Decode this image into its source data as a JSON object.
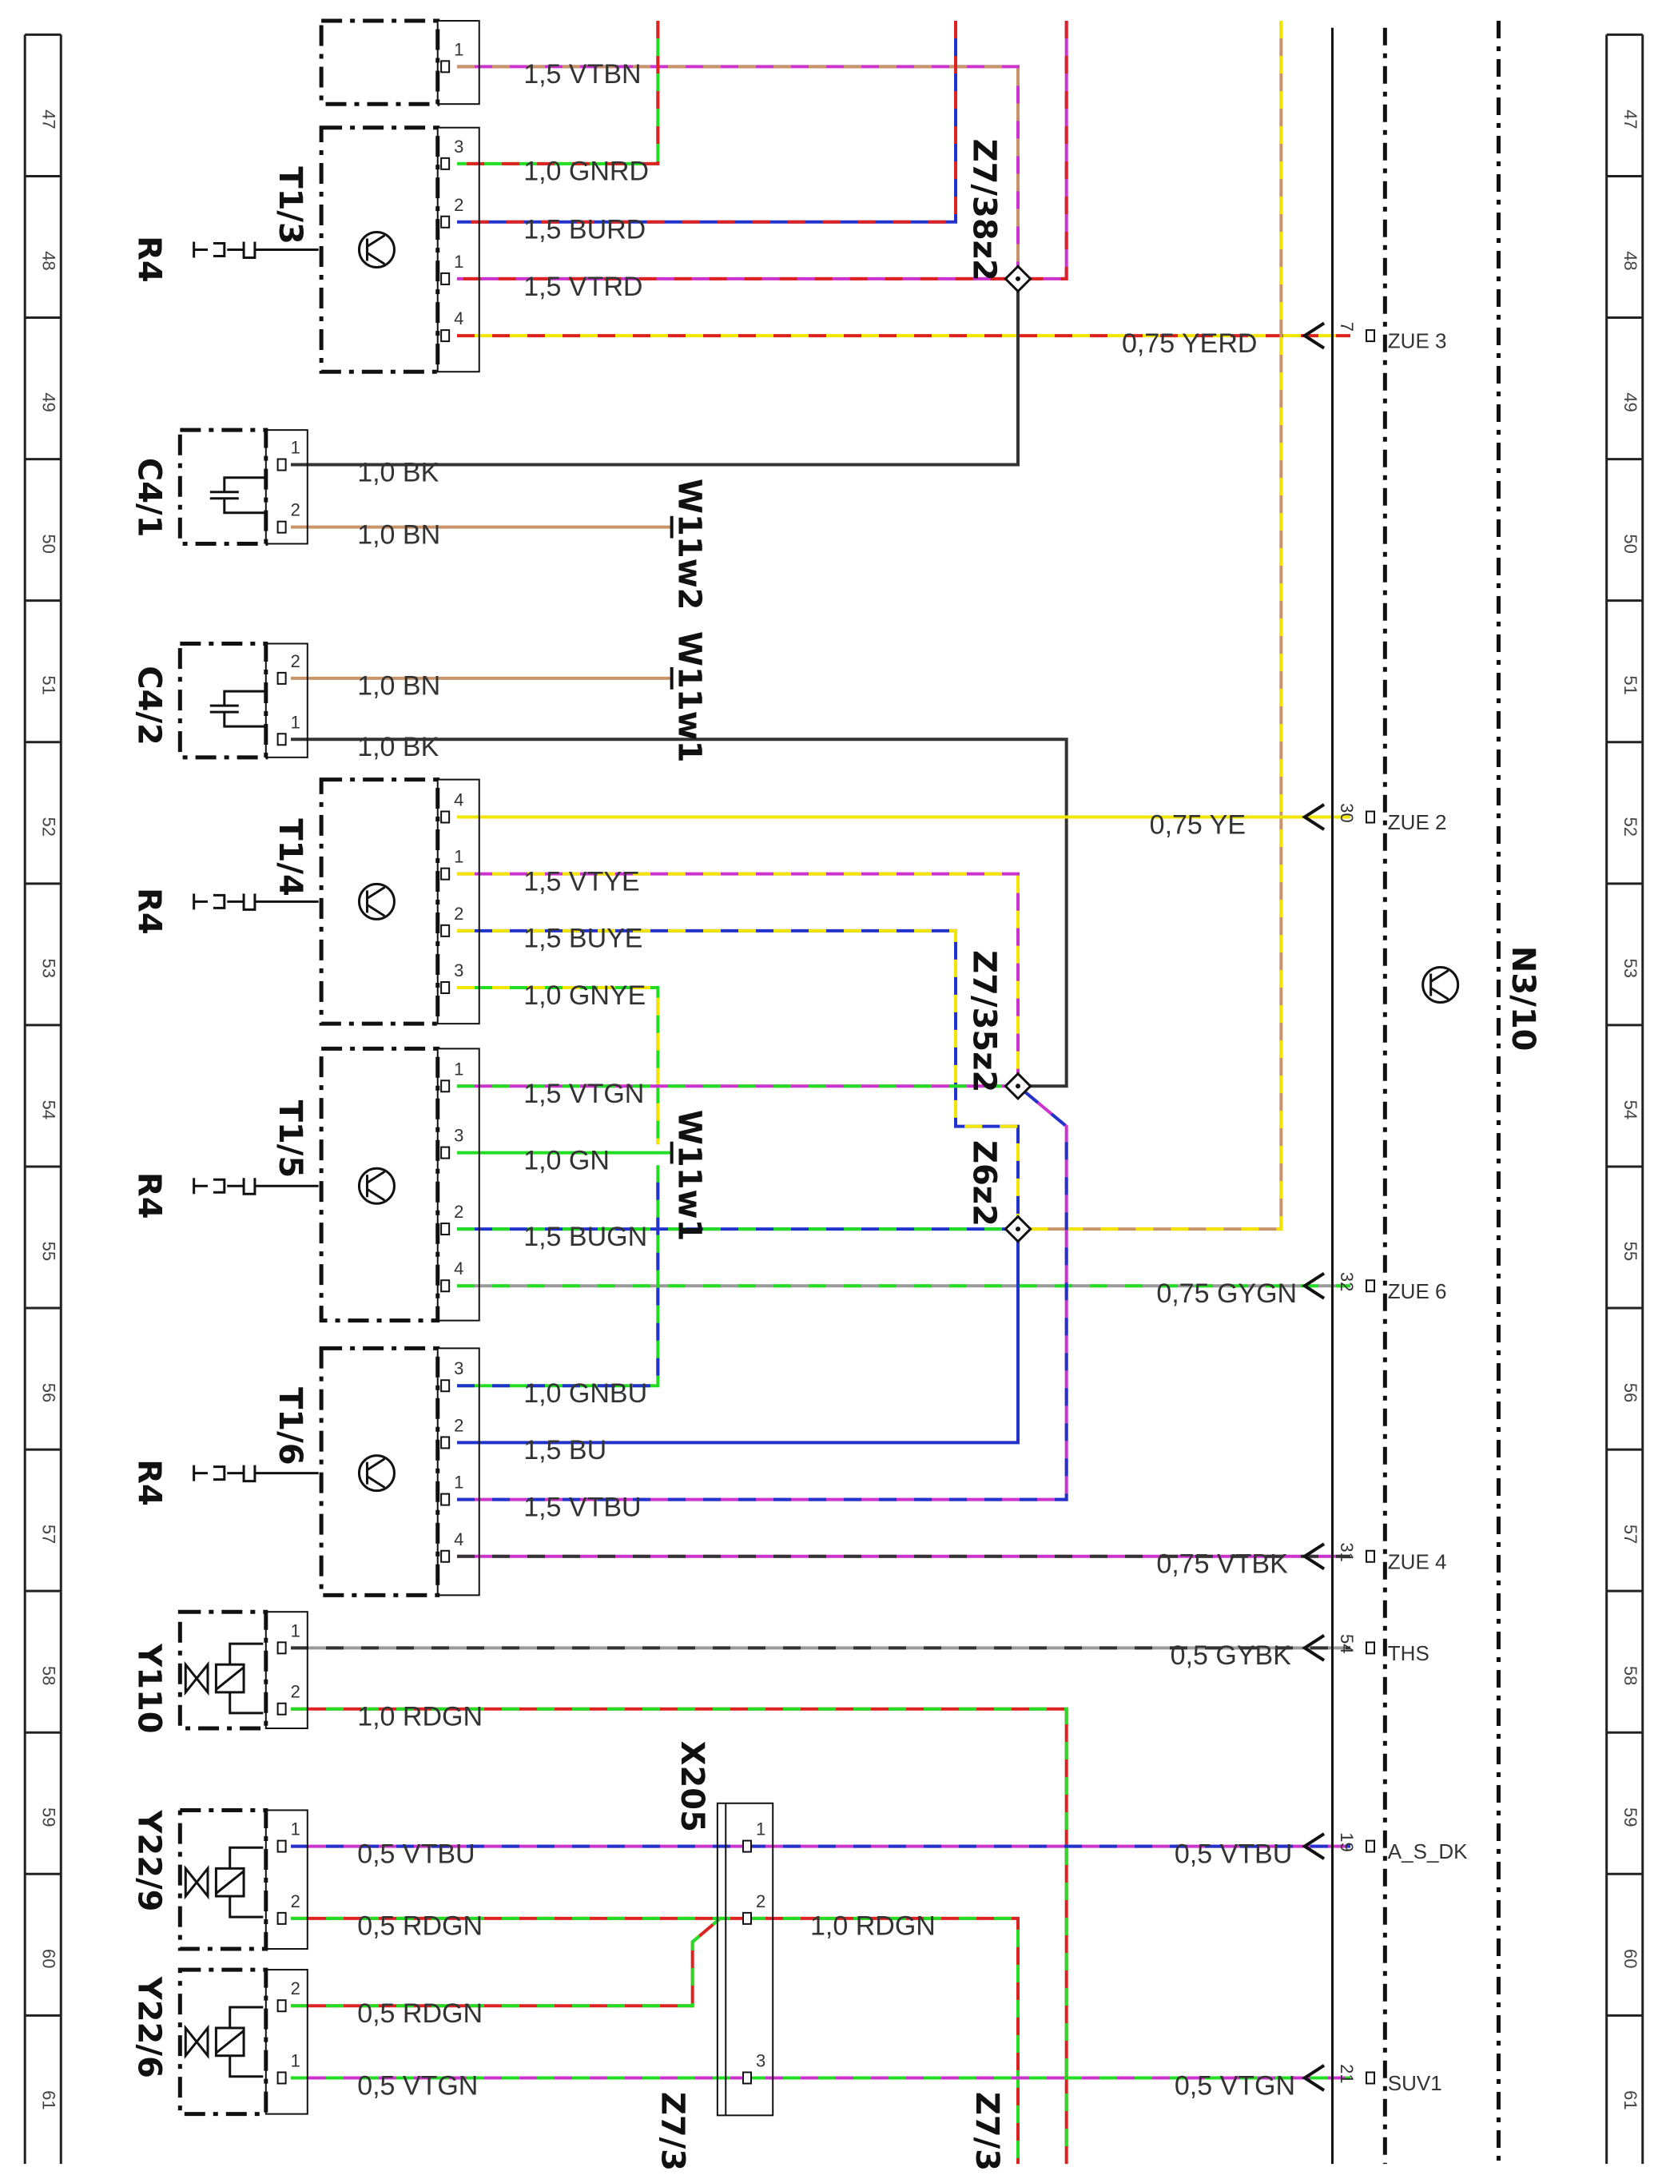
{
  "colors": {
    "VT": "#cc33cc",
    "BN": "#c8956b",
    "GN": "#22dd22",
    "RD": "#dd2222",
    "BU": "#2233cc",
    "YE": "#f2e500",
    "BK": "#333333",
    "GY": "#9a9a9a"
  },
  "ruler_rows": [
    "47",
    "48",
    "49",
    "50",
    "51",
    "52",
    "53",
    "54",
    "55",
    "56",
    "57",
    "58",
    "59",
    "60",
    "61"
  ],
  "module": {
    "label": "N3/10"
  },
  "components": [
    {
      "id": "T1/3",
      "label": "T1/3",
      "kind": "transistor"
    },
    {
      "id": "T1/4",
      "label": "T1/4",
      "kind": "transistor"
    },
    {
      "id": "T1/5",
      "label": "T1/5",
      "kind": "transistor"
    },
    {
      "id": "T1/6",
      "label": "T1/6",
      "kind": "transistor"
    },
    {
      "id": "C4/1",
      "label": "C4/1",
      "kind": "capacitor"
    },
    {
      "id": "C4/2",
      "label": "C4/2",
      "kind": "capacitor"
    },
    {
      "id": "Y110",
      "label": "Y110",
      "kind": "valve"
    },
    {
      "id": "Y22/9",
      "label": "Y22/9",
      "kind": "valve"
    },
    {
      "id": "Y22/6",
      "label": "Y22/6",
      "kind": "valve"
    },
    {
      "id": "R4a",
      "label": "R4",
      "kind": "plug"
    },
    {
      "id": "R4b",
      "label": "R4",
      "kind": "plug"
    },
    {
      "id": "R4c",
      "label": "R4",
      "kind": "plug"
    },
    {
      "id": "R4d",
      "label": "R4",
      "kind": "plug"
    },
    {
      "id": "X205",
      "label": "X205",
      "kind": "connector"
    },
    {
      "id": "Z7/38z2",
      "label": "Z7/38z2",
      "kind": "splice"
    },
    {
      "id": "Z7/35z2",
      "label": "Z7/35z2",
      "kind": "splice"
    },
    {
      "id": "Z6z2",
      "label": "Z6z2",
      "kind": "splice"
    },
    {
      "id": "W11w2",
      "label": "W11w2",
      "kind": "ground"
    },
    {
      "id": "W11w1a",
      "label": "W11w1",
      "kind": "ground"
    },
    {
      "id": "W11w1b",
      "label": "W11w1",
      "kind": "ground"
    },
    {
      "id": "Z7a",
      "label": "Z7/3",
      "kind": "splice"
    },
    {
      "id": "Z7b",
      "label": "Z7/3",
      "kind": "splice"
    }
  ],
  "wires": [
    {
      "id": "w01",
      "label": "1,5  VTBN",
      "c": [
        "VT",
        "BN"
      ]
    },
    {
      "id": "w02",
      "label": "1,0  GNRD",
      "c": [
        "GN",
        "RD"
      ]
    },
    {
      "id": "w03",
      "label": "1,5  BURD",
      "c": [
        "BU",
        "RD"
      ]
    },
    {
      "id": "w04",
      "label": "1,5  VTRD",
      "c": [
        "VT",
        "RD"
      ]
    },
    {
      "id": "w05",
      "label": "0,75  YERD",
      "c": [
        "YE",
        "RD"
      ]
    },
    {
      "id": "w06",
      "label": "1,0  BK",
      "c": [
        "BK"
      ]
    },
    {
      "id": "w07",
      "label": "1,0  BN",
      "c": [
        "BN"
      ]
    },
    {
      "id": "w08",
      "label": "1,0  BN",
      "c": [
        "BN"
      ]
    },
    {
      "id": "w09",
      "label": "1,0  BK",
      "c": [
        "BK"
      ]
    },
    {
      "id": "w10",
      "label": "0,75  YE",
      "c": [
        "YE"
      ]
    },
    {
      "id": "w11",
      "label": "1,5  VTYE",
      "c": [
        "VT",
        "YE"
      ]
    },
    {
      "id": "w12",
      "label": "1,5  BUYE",
      "c": [
        "BU",
        "YE"
      ]
    },
    {
      "id": "w13",
      "label": "1,0  GNYE",
      "c": [
        "GN",
        "YE"
      ]
    },
    {
      "id": "w14",
      "label": "1,5  VTGN",
      "c": [
        "VT",
        "GN"
      ]
    },
    {
      "id": "w15",
      "label": "1,0  GN",
      "c": [
        "GN"
      ]
    },
    {
      "id": "w16",
      "label": "1,5  BUGN",
      "c": [
        "BU",
        "GN"
      ]
    },
    {
      "id": "w17",
      "label": "0,75  GYGN",
      "c": [
        "GY",
        "GN"
      ]
    },
    {
      "id": "w18",
      "label": "1,0  GNBU",
      "c": [
        "GN",
        "BU"
      ]
    },
    {
      "id": "w19",
      "label": "1,5  BU",
      "c": [
        "BU"
      ]
    },
    {
      "id": "w20",
      "label": "1,5  VTBU",
      "c": [
        "VT",
        "BU"
      ]
    },
    {
      "id": "w21",
      "label": "0,75  VTBK",
      "c": [
        "VT",
        "BK"
      ]
    },
    {
      "id": "w22",
      "label": "0,5  GYBK",
      "c": [
        "GY",
        "BK"
      ]
    },
    {
      "id": "w23",
      "label": "1,0  RDGN",
      "c": [
        "RD",
        "GN"
      ]
    },
    {
      "id": "w24",
      "label": "0,5  VTBU",
      "c": [
        "VT",
        "BU"
      ]
    },
    {
      "id": "w25",
      "label": "0,5  VTBU",
      "c": [
        "VT",
        "BU"
      ]
    },
    {
      "id": "w26",
      "label": "0,5  RDGN",
      "c": [
        "RD",
        "GN"
      ]
    },
    {
      "id": "w27",
      "label": "1,0  RDGN",
      "c": [
        "RD",
        "GN"
      ]
    },
    {
      "id": "w28",
      "label": "0,5  RDGN",
      "c": [
        "RD",
        "GN"
      ]
    },
    {
      "id": "w29",
      "label": "0,5  VTGN",
      "c": [
        "VT",
        "GN"
      ]
    },
    {
      "id": "w30",
      "label": "0,5  VTGN",
      "c": [
        "VT",
        "GN"
      ]
    }
  ],
  "terminals": [
    {
      "id": "t1",
      "pin": "7",
      "name": "ZUE 3"
    },
    {
      "id": "t2",
      "pin": "30",
      "name": "ZUE 2"
    },
    {
      "id": "t3",
      "pin": "32",
      "name": "ZUE 6"
    },
    {
      "id": "t4",
      "pin": "31",
      "name": "ZUE 4"
    },
    {
      "id": "t5",
      "pin": "54",
      "name": "THS"
    },
    {
      "id": "t6",
      "pin": "19",
      "name": "A_S_DK"
    },
    {
      "id": "t7",
      "pin": "21",
      "name": "SUV1"
    }
  ]
}
